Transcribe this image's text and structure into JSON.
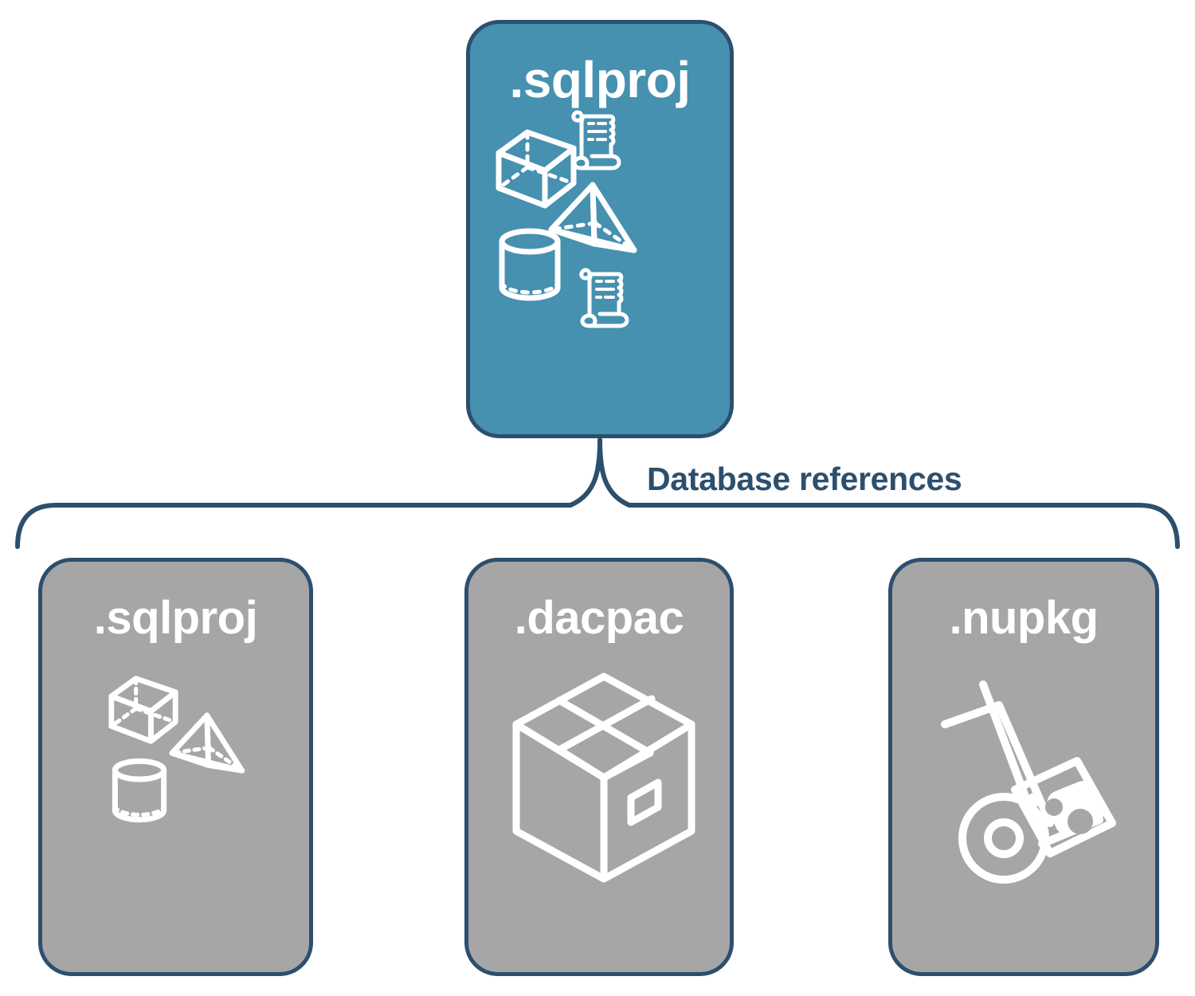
{
  "colors": {
    "accent_teal": "#4690B0",
    "card_gray": "#A6A6A6",
    "border_navy": "#2C4F6E",
    "label_navy": "#2C4F6E",
    "icon_white": "#FFFFFF",
    "background": "#FFFFFF"
  },
  "diagram": {
    "type": "hierarchy",
    "root": {
      "label": ".sqlproj",
      "fill": "#4690B0",
      "icons": [
        "cube-wireframe-icon",
        "scroll-script-icon",
        "pyramid-wireframe-icon",
        "cylinder-wireframe-icon",
        "scroll-script-icon"
      ]
    },
    "connector": {
      "label": "Database references",
      "style": "curly-brace",
      "branches": 3
    },
    "children": [
      {
        "label": ".sqlproj",
        "fill": "#A6A6A6",
        "icons": [
          "cube-wireframe-icon",
          "pyramid-wireframe-icon",
          "cylinder-wireframe-icon"
        ]
      },
      {
        "label": ".dacpac",
        "fill": "#A6A6A6",
        "icons": [
          "shipping-box-icon"
        ]
      },
      {
        "label": ".nupkg",
        "fill": "#A6A6A6",
        "icons": [
          "hand-truck-package-icon"
        ]
      }
    ]
  }
}
